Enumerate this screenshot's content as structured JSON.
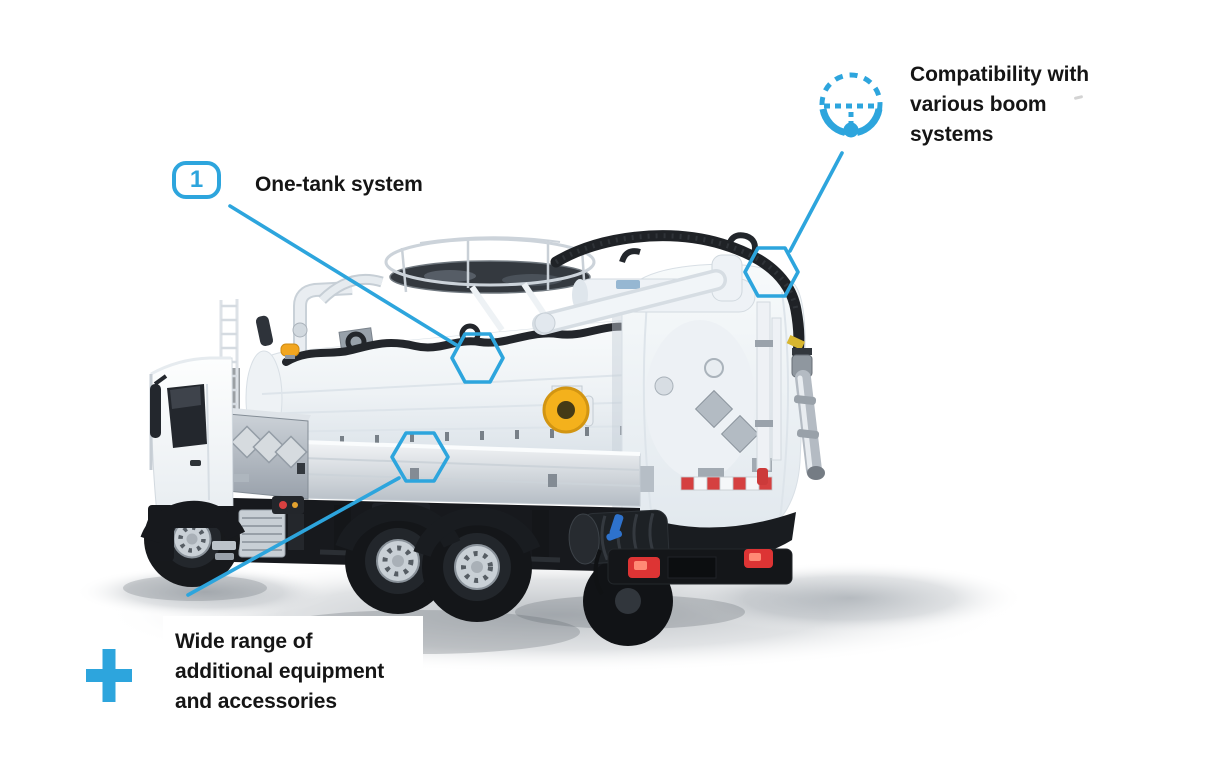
{
  "accent": "#2da5dd",
  "text_color": "#151515",
  "callouts": {
    "boom_compatibility": {
      "icon": "dashed-circle-boom-icon",
      "lines": [
        "Compatibility with",
        "various boom",
        "systems"
      ]
    },
    "one_tank": {
      "badge": "1",
      "label": "One-tank system"
    },
    "equipment": {
      "icon": "plus-icon",
      "lines": [
        "Wide range of",
        "additional equipment",
        "and accessories"
      ]
    }
  },
  "illustration": {
    "alt": "White combination sewer-cleaning vacuum truck, rear three-quarter view, marked with three blue hexagon feature markers"
  }
}
